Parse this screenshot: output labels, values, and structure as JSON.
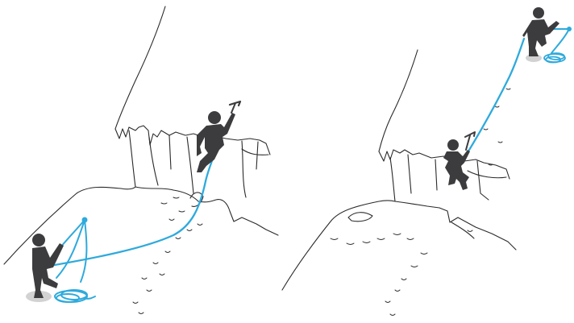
{
  "colors": {
    "rope": "#2eaadc",
    "climber": "#3c3c3e",
    "rock_line": "#2a2a2a",
    "ground_shadow": "#d2d2d2",
    "background": "#ffffff"
  },
  "panels": [
    {
      "id": "left",
      "scene": "lead-climber-with-ice-axe-above-belayer",
      "icons": [
        "lead-climber-icon",
        "ice-axe-icon",
        "belayer-icon",
        "anchor-point-icon",
        "rope-coil-icon"
      ]
    },
    {
      "id": "right",
      "scene": "belayer-at-top-anchor-with-climber-following",
      "icons": [
        "top-belayer-icon",
        "anchor-point-icon",
        "rope-coil-icon",
        "following-climber-icon",
        "ice-axe-icon"
      ]
    }
  ]
}
